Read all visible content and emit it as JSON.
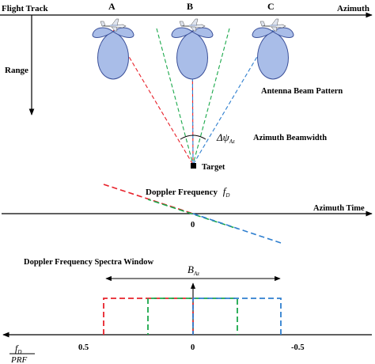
{
  "top": {
    "flight_track": "Flight Track",
    "azimuth": "Azimuth",
    "range": "Range",
    "positions": [
      "A",
      "B",
      "C"
    ],
    "beam_pattern": "Antenna Beam Pattern",
    "delta_psi": "Δψ",
    "delta_psi_sub": "Az",
    "beamwidth": "Azimuth Beamwidth",
    "target": "Target"
  },
  "middle": {
    "doppler_label": "Doppler Frequency",
    "doppler_symbol": "f",
    "doppler_sub": "D",
    "azimuth_time": "Azimuth Time",
    "zero": "0"
  },
  "bottom": {
    "window_label": "Doppler Frequency Spectra Window",
    "bandwidth_symbol": "B",
    "bandwidth_sub": "Az",
    "frac_num": "f",
    "frac_num_sub": "D",
    "frac_den": "PRF",
    "ticks": [
      "0.5",
      "0",
      "-0.5"
    ]
  },
  "colors": {
    "red": "#e8222b",
    "green": "#1aa84a",
    "blue": "#2f7fcf",
    "lobe_fill": "#a9bde8",
    "lobe_stroke": "#3a4f98"
  }
}
